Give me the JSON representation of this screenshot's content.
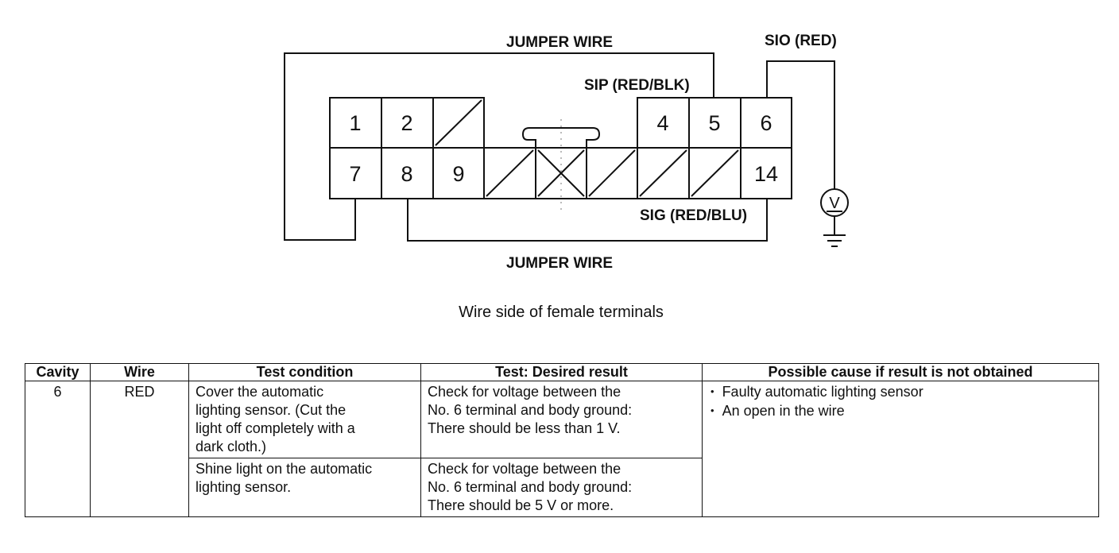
{
  "diagram": {
    "labels": {
      "jumper_wire_top": "JUMPER WIRE",
      "jumper_wire_bottom": "JUMPER WIRE",
      "sio": "SIO (RED)",
      "sip": "SIP (RED/BLK)",
      "sig": "SIG (RED/BLU)",
      "meter": "V"
    },
    "terminals": {
      "t1": "1",
      "t2": "2",
      "t4": "4",
      "t5": "5",
      "t6": "6",
      "t7": "7",
      "t8": "8",
      "t9": "9",
      "t14": "14"
    },
    "caption": "Wire side of female terminals"
  },
  "table": {
    "headers": [
      "Cavity",
      "Wire",
      "Test condition",
      "Test: Desired result",
      "Possible cause if result is not obtained"
    ],
    "cavity": "6",
    "wire": "RED",
    "rows": [
      {
        "condition": [
          "Cover the automatic",
          "lighting sensor. (Cut the",
          "light off completely with a",
          "dark cloth.)"
        ],
        "result": [
          "Check for voltage between the",
          "No. 6 terminal and body ground:",
          "There should be less than 1 V."
        ]
      },
      {
        "condition": [
          "Shine light on the automatic",
          "lighting sensor."
        ],
        "result": [
          "Check for voltage between the",
          "No. 6 terminal and body ground:",
          "There should be 5 V or more."
        ]
      }
    ],
    "causes": [
      "Faulty automatic lighting sensor",
      "An open in the wire"
    ]
  }
}
